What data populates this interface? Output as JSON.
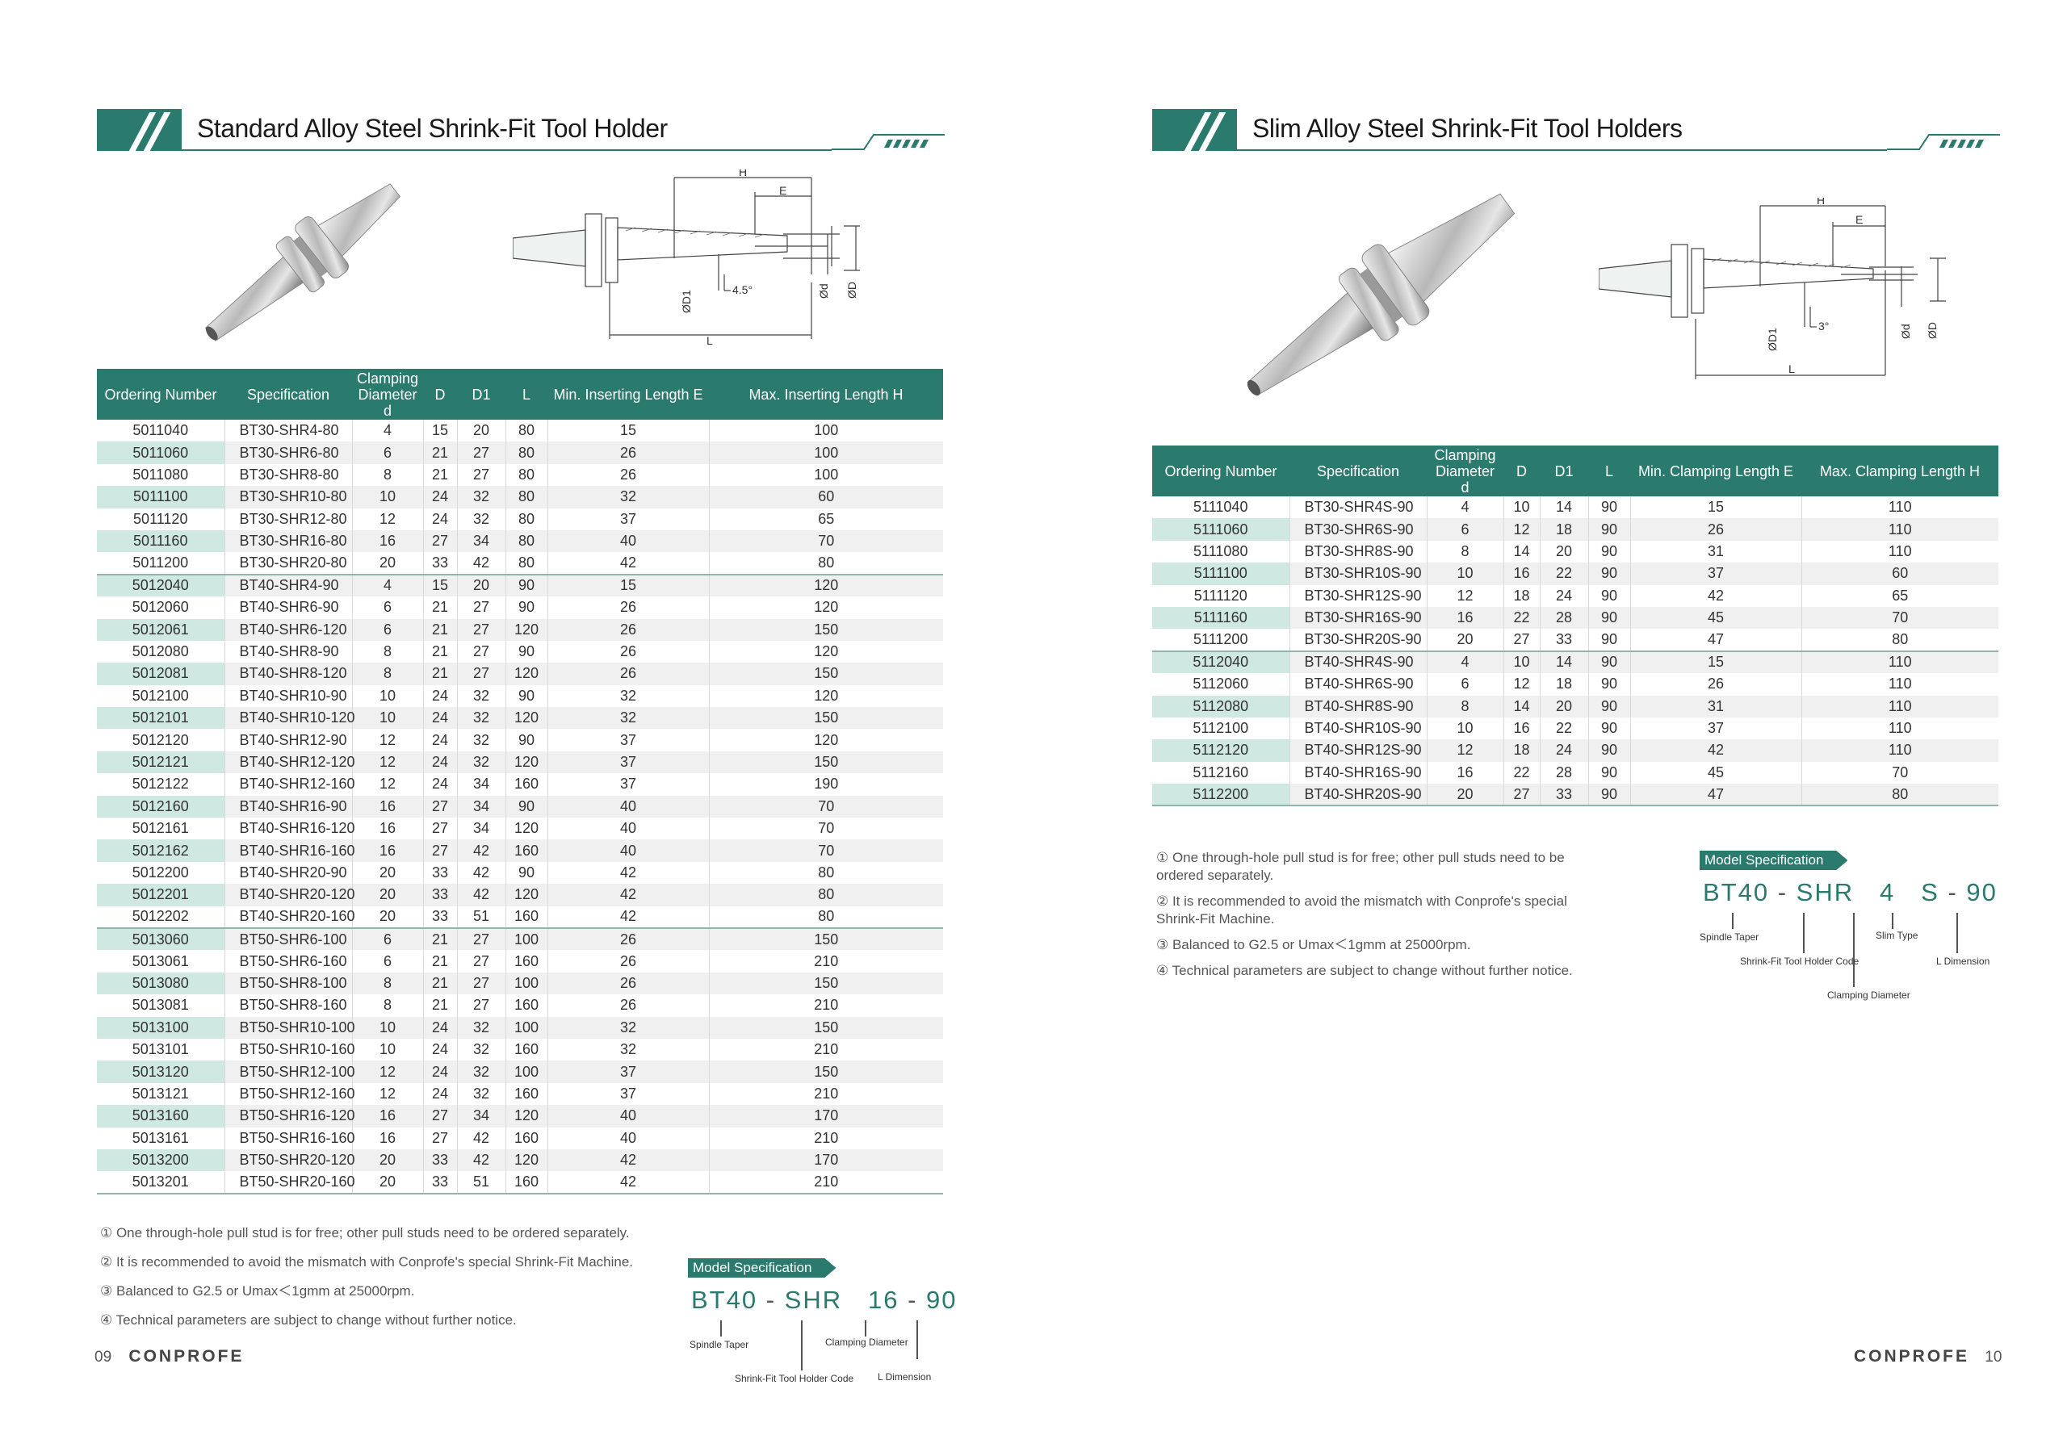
{
  "left": {
    "title": "Standard Alloy Steel Shrink-Fit Tool Holder",
    "headers": [
      "Ordering Number",
      "Specification",
      "Clamping Diameter d",
      "D",
      "D1",
      "L",
      "Min. Inserting Length E",
      "Max. Inserting Length H"
    ],
    "groups": [
      [
        [
          "5011040",
          "BT30-SHR4-80",
          "4",
          "15",
          "20",
          "80",
          "15",
          "100"
        ],
        [
          "5011060",
          "BT30-SHR6-80",
          "6",
          "21",
          "27",
          "80",
          "26",
          "100"
        ],
        [
          "5011080",
          "BT30-SHR8-80",
          "8",
          "21",
          "27",
          "80",
          "26",
          "100"
        ],
        [
          "5011100",
          "BT30-SHR10-80",
          "10",
          "24",
          "32",
          "80",
          "32",
          "60"
        ],
        [
          "5011120",
          "BT30-SHR12-80",
          "12",
          "24",
          "32",
          "80",
          "37",
          "65"
        ],
        [
          "5011160",
          "BT30-SHR16-80",
          "16",
          "27",
          "34",
          "80",
          "40",
          "70"
        ],
        [
          "5011200",
          "BT30-SHR20-80",
          "20",
          "33",
          "42",
          "80",
          "42",
          "80"
        ]
      ],
      [
        [
          "5012040",
          "BT40-SHR4-90",
          "4",
          "15",
          "20",
          "90",
          "15",
          "120"
        ],
        [
          "5012060",
          "BT40-SHR6-90",
          "6",
          "21",
          "27",
          "90",
          "26",
          "120"
        ],
        [
          "5012061",
          "BT40-SHR6-120",
          "6",
          "21",
          "27",
          "120",
          "26",
          "150"
        ],
        [
          "5012080",
          "BT40-SHR8-90",
          "8",
          "21",
          "27",
          "90",
          "26",
          "120"
        ],
        [
          "5012081",
          "BT40-SHR8-120",
          "8",
          "21",
          "27",
          "120",
          "26",
          "150"
        ],
        [
          "5012100",
          "BT40-SHR10-90",
          "10",
          "24",
          "32",
          "90",
          "32",
          "120"
        ],
        [
          "5012101",
          "BT40-SHR10-120",
          "10",
          "24",
          "32",
          "120",
          "32",
          "150"
        ],
        [
          "5012120",
          "BT40-SHR12-90",
          "12",
          "24",
          "32",
          "90",
          "37",
          "120"
        ],
        [
          "5012121",
          "BT40-SHR12-120",
          "12",
          "24",
          "32",
          "120",
          "37",
          "150"
        ],
        [
          "5012122",
          "BT40-SHR12-160",
          "12",
          "24",
          "34",
          "160",
          "37",
          "190"
        ],
        [
          "5012160",
          "BT40-SHR16-90",
          "16",
          "27",
          "34",
          "90",
          "40",
          "70"
        ],
        [
          "5012161",
          "BT40-SHR16-120",
          "16",
          "27",
          "34",
          "120",
          "40",
          "70"
        ],
        [
          "5012162",
          "BT40-SHR16-160",
          "16",
          "27",
          "42",
          "160",
          "40",
          "70"
        ],
        [
          "5012200",
          "BT40-SHR20-90",
          "20",
          "33",
          "42",
          "90",
          "42",
          "80"
        ],
        [
          "5012201",
          "BT40-SHR20-120",
          "20",
          "33",
          "42",
          "120",
          "42",
          "80"
        ],
        [
          "5012202",
          "BT40-SHR20-160",
          "20",
          "33",
          "51",
          "160",
          "42",
          "80"
        ]
      ],
      [
        [
          "5013060",
          "BT50-SHR6-100",
          "6",
          "21",
          "27",
          "100",
          "26",
          "150"
        ],
        [
          "5013061",
          "BT50-SHR6-160",
          "6",
          "21",
          "27",
          "160",
          "26",
          "210"
        ],
        [
          "5013080",
          "BT50-SHR8-100",
          "8",
          "21",
          "27",
          "100",
          "26",
          "150"
        ],
        [
          "5013081",
          "BT50-SHR8-160",
          "8",
          "21",
          "27",
          "160",
          "26",
          "210"
        ],
        [
          "5013100",
          "BT50-SHR10-100",
          "10",
          "24",
          "32",
          "100",
          "32",
          "150"
        ],
        [
          "5013101",
          "BT50-SHR10-160",
          "10",
          "24",
          "32",
          "160",
          "32",
          "210"
        ],
        [
          "5013120",
          "BT50-SHR12-100",
          "12",
          "24",
          "32",
          "100",
          "37",
          "150"
        ],
        [
          "5013121",
          "BT50-SHR12-160",
          "12",
          "24",
          "32",
          "160",
          "37",
          "210"
        ],
        [
          "5013160",
          "BT50-SHR16-120",
          "16",
          "27",
          "34",
          "120",
          "40",
          "170"
        ],
        [
          "5013161",
          "BT50-SHR16-160",
          "16",
          "27",
          "42",
          "160",
          "40",
          "210"
        ],
        [
          "5013200",
          "BT50-SHR20-120",
          "20",
          "33",
          "42",
          "120",
          "42",
          "170"
        ],
        [
          "5013201",
          "BT50-SHR20-160",
          "20",
          "33",
          "51",
          "160",
          "42",
          "210"
        ]
      ]
    ],
    "notes": [
      "① One through-hole pull stud is for free; other pull studs need to be ordered separately.",
      "② It is recommended to avoid the mismatch with Conprofe's special Shrink-Fit Machine.",
      "③ Balanced to G2.5 or Umax＜1gmm at 25000rpm.",
      "④ Technical parameters are subject to change without further notice."
    ],
    "model": {
      "badge": "Model Specification",
      "p1": "BT40",
      "p2": "SHR",
      "p3": "16",
      "p4": "90",
      "l_spindle": "Spindle Taper",
      "l_code": "Shrink-Fit Tool Holder Code",
      "l_clamp": "Clamping Diameter",
      "l_len": "L Dimension"
    },
    "page_no": "09",
    "brand": "CONPROFE",
    "drawing": {
      "h": "H",
      "e": "E",
      "l": "L",
      "angle": "4.5°",
      "d1": "ØD1",
      "d": "Ød",
      "D": "ØD"
    }
  },
  "right": {
    "title": "Slim Alloy Steel Shrink-Fit Tool Holders",
    "headers": [
      "Ordering Number",
      "Specification",
      "Clamping Diameter d",
      "D",
      "D1",
      "L",
      "Min. Clamping Length E",
      "Max. Clamping Length H"
    ],
    "groups": [
      [
        [
          "5111040",
          "BT30-SHR4S-90",
          "4",
          "10",
          "14",
          "90",
          "15",
          "110"
        ],
        [
          "5111060",
          "BT30-SHR6S-90",
          "6",
          "12",
          "18",
          "90",
          "26",
          "110"
        ],
        [
          "5111080",
          "BT30-SHR8S-90",
          "8",
          "14",
          "20",
          "90",
          "31",
          "110"
        ],
        [
          "5111100",
          "BT30-SHR10S-90",
          "10",
          "16",
          "22",
          "90",
          "37",
          "60"
        ],
        [
          "5111120",
          "BT30-SHR12S-90",
          "12",
          "18",
          "24",
          "90",
          "42",
          "65"
        ],
        [
          "5111160",
          "BT30-SHR16S-90",
          "16",
          "22",
          "28",
          "90",
          "45",
          "70"
        ],
        [
          "5111200",
          "BT30-SHR20S-90",
          "20",
          "27",
          "33",
          "90",
          "47",
          "80"
        ]
      ],
      [
        [
          "5112040",
          "BT40-SHR4S-90",
          "4",
          "10",
          "14",
          "90",
          "15",
          "110"
        ],
        [
          "5112060",
          "BT40-SHR6S-90",
          "6",
          "12",
          "18",
          "90",
          "26",
          "110"
        ],
        [
          "5112080",
          "BT40-SHR8S-90",
          "8",
          "14",
          "20",
          "90",
          "31",
          "110"
        ],
        [
          "5112100",
          "BT40-SHR10S-90",
          "10",
          "16",
          "22",
          "90",
          "37",
          "110"
        ],
        [
          "5112120",
          "BT40-SHR12S-90",
          "12",
          "18",
          "24",
          "90",
          "42",
          "110"
        ],
        [
          "5112160",
          "BT40-SHR16S-90",
          "16",
          "22",
          "28",
          "90",
          "45",
          "70"
        ],
        [
          "5112200",
          "BT40-SHR20S-90",
          "20",
          "27",
          "33",
          "90",
          "47",
          "80"
        ]
      ]
    ],
    "notes": [
      "① One through-hole pull stud is for free; other pull studs need to be ordered separately.",
      "② It is recommended to avoid the mismatch with Conprofe's special Shrink-Fit Machine.",
      "③ Balanced to G2.5 or Umax＜1gmm at 25000rpm.",
      "④ Technical parameters are subject to change without further notice."
    ],
    "model": {
      "badge": "Model Specification",
      "p1": "BT40",
      "p2": "SHR",
      "p3": "4",
      "p3b": "S",
      "p4": "90",
      "l_spindle": "Spindle Taper",
      "l_slim": "Slim Type",
      "l_code": "Shrink-Fit Tool Holder Code",
      "l_len": "L Dimension",
      "l_clamp": "Clamping Diameter"
    },
    "page_no": "10",
    "brand": "CONPROFE",
    "drawing": {
      "h": "H",
      "e": "E",
      "l": "L",
      "angle": "3°",
      "d1": "ØD1",
      "d": "Ød",
      "D": "ØD"
    }
  }
}
